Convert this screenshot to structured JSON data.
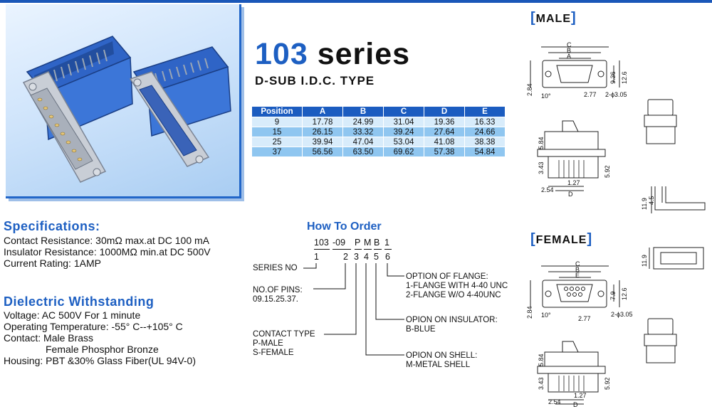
{
  "header": {
    "series_number": "103",
    "series_word": "series",
    "subtitle": "D-SUB I.D.C. TYPE"
  },
  "table": {
    "headers": [
      "Position",
      "A",
      "B",
      "C",
      "D",
      "E"
    ],
    "rows": [
      [
        "9",
        "17.78",
        "24.99",
        "31.04",
        "19.36",
        "16.33"
      ],
      [
        "15",
        "26.15",
        "33.32",
        "39.24",
        "27.64",
        "24.66"
      ],
      [
        "25",
        "39.94",
        "47.04",
        "53.04",
        "41.08",
        "38.38"
      ],
      [
        "37",
        "56.56",
        "63.50",
        "69.62",
        "57.38",
        "54.84"
      ]
    ]
  },
  "specifications": {
    "heading": "Specifications:",
    "lines": [
      "Contact Resistance: 30mΩ max.at DC 100 mA",
      "Insulator Resistance: 1000MΩ min.at DC 500V",
      "Current Rating: 1AMP"
    ]
  },
  "dielectric": {
    "heading": "Dielectric Withstanding",
    "lines": [
      "Voltage: AC 500V For 1 minute",
      "Operating Temperature: -55°  C--+105°  C",
      "Contact: Male Brass",
      "Female Phosphor Bronze",
      "Housing: PBT &30% Glass Fiber(UL 94V-0)"
    ]
  },
  "how_to_order": {
    "title": "How To Order",
    "code": [
      "103",
      "-09",
      "P",
      "M",
      "B",
      "1"
    ],
    "digits": [
      "1",
      "2",
      "3",
      "4",
      "5",
      "6"
    ],
    "series_no": "SERIES NO",
    "no_of_pins": [
      "NO.OF PINS:",
      "09.15.25.37."
    ],
    "contact_type": [
      "CONTACT TYPE",
      "P-MALE",
      "S-FEMALE"
    ],
    "flange": [
      "OPTION OF FLANGE:",
      "1-FLANGE WITH 4-40 UNC",
      "2-FLANGE W/O 4-40UNC"
    ],
    "insulator": [
      "OPION ON INSULATOR:",
      "B-BLUE"
    ],
    "shell": [
      "OPION ON SHELL:",
      "M-METAL SHELL"
    ]
  },
  "drawings": {
    "male_title": "MALE",
    "female_title": "FEMALE",
    "male_front": {
      "letters": [
        "C",
        "B",
        "A"
      ],
      "dims": [
        "2.84",
        "10°",
        "2.77",
        "2-ϕ3.05",
        "9.36",
        "12.6"
      ]
    },
    "male_side": {
      "letters": [
        "D"
      ],
      "dims": [
        "5.84",
        "3.43",
        "1.27",
        "2.54",
        "5.92"
      ]
    },
    "female_front": {
      "letters": [
        "C",
        "B",
        "E"
      ],
      "dims": [
        "2.84",
        "10°",
        "2.77",
        "2-ϕ3.05",
        "7.9",
        "12.6"
      ]
    },
    "female_side": {
      "letters": [
        "D"
      ],
      "dims": [
        "5.84",
        "3.43",
        "1.27",
        "2.54",
        "5.92"
      ]
    },
    "cover_dims": [
      "11.9",
      "4.5"
    ],
    "female_cover_dims": [
      "11.9"
    ]
  },
  "colors": {
    "accent": "#1d5fc2",
    "table_header": "#1b5cc0",
    "row_light": "#d8ecfb",
    "row_dark": "#8fc6f0"
  }
}
